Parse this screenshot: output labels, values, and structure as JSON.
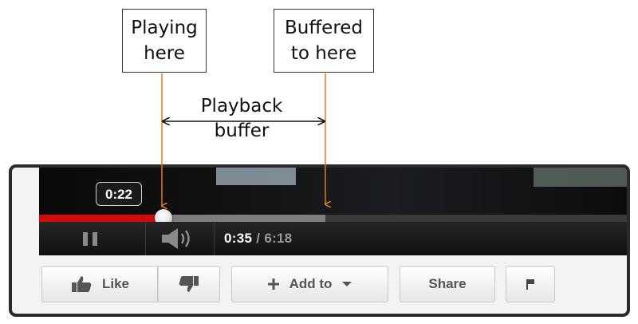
{
  "annotations": {
    "playing_line1": "Playing",
    "playing_line2": "here",
    "buffered_line1": "Buffered",
    "buffered_line2": "to here",
    "buffer_line1": "Playback",
    "buffer_line2": "buffer",
    "arrow_color": "#e07b1f"
  },
  "player": {
    "tooltip_time": "0:22",
    "current_time": "0:35",
    "separator": " / ",
    "total_time": "6:18",
    "played_fraction": 0.21,
    "buffered_fraction": 0.485,
    "played_color": "#d10a0a",
    "buffered_color": "#7e7e7e"
  },
  "actions": {
    "like_label": "Like",
    "add_to_label": "Add to",
    "share_label": "Share"
  },
  "icons": [
    "pause-icon",
    "volume-icon",
    "thumbs-up-icon",
    "thumbs-down-icon",
    "plus-icon",
    "caret-down-icon",
    "flag-icon"
  ]
}
